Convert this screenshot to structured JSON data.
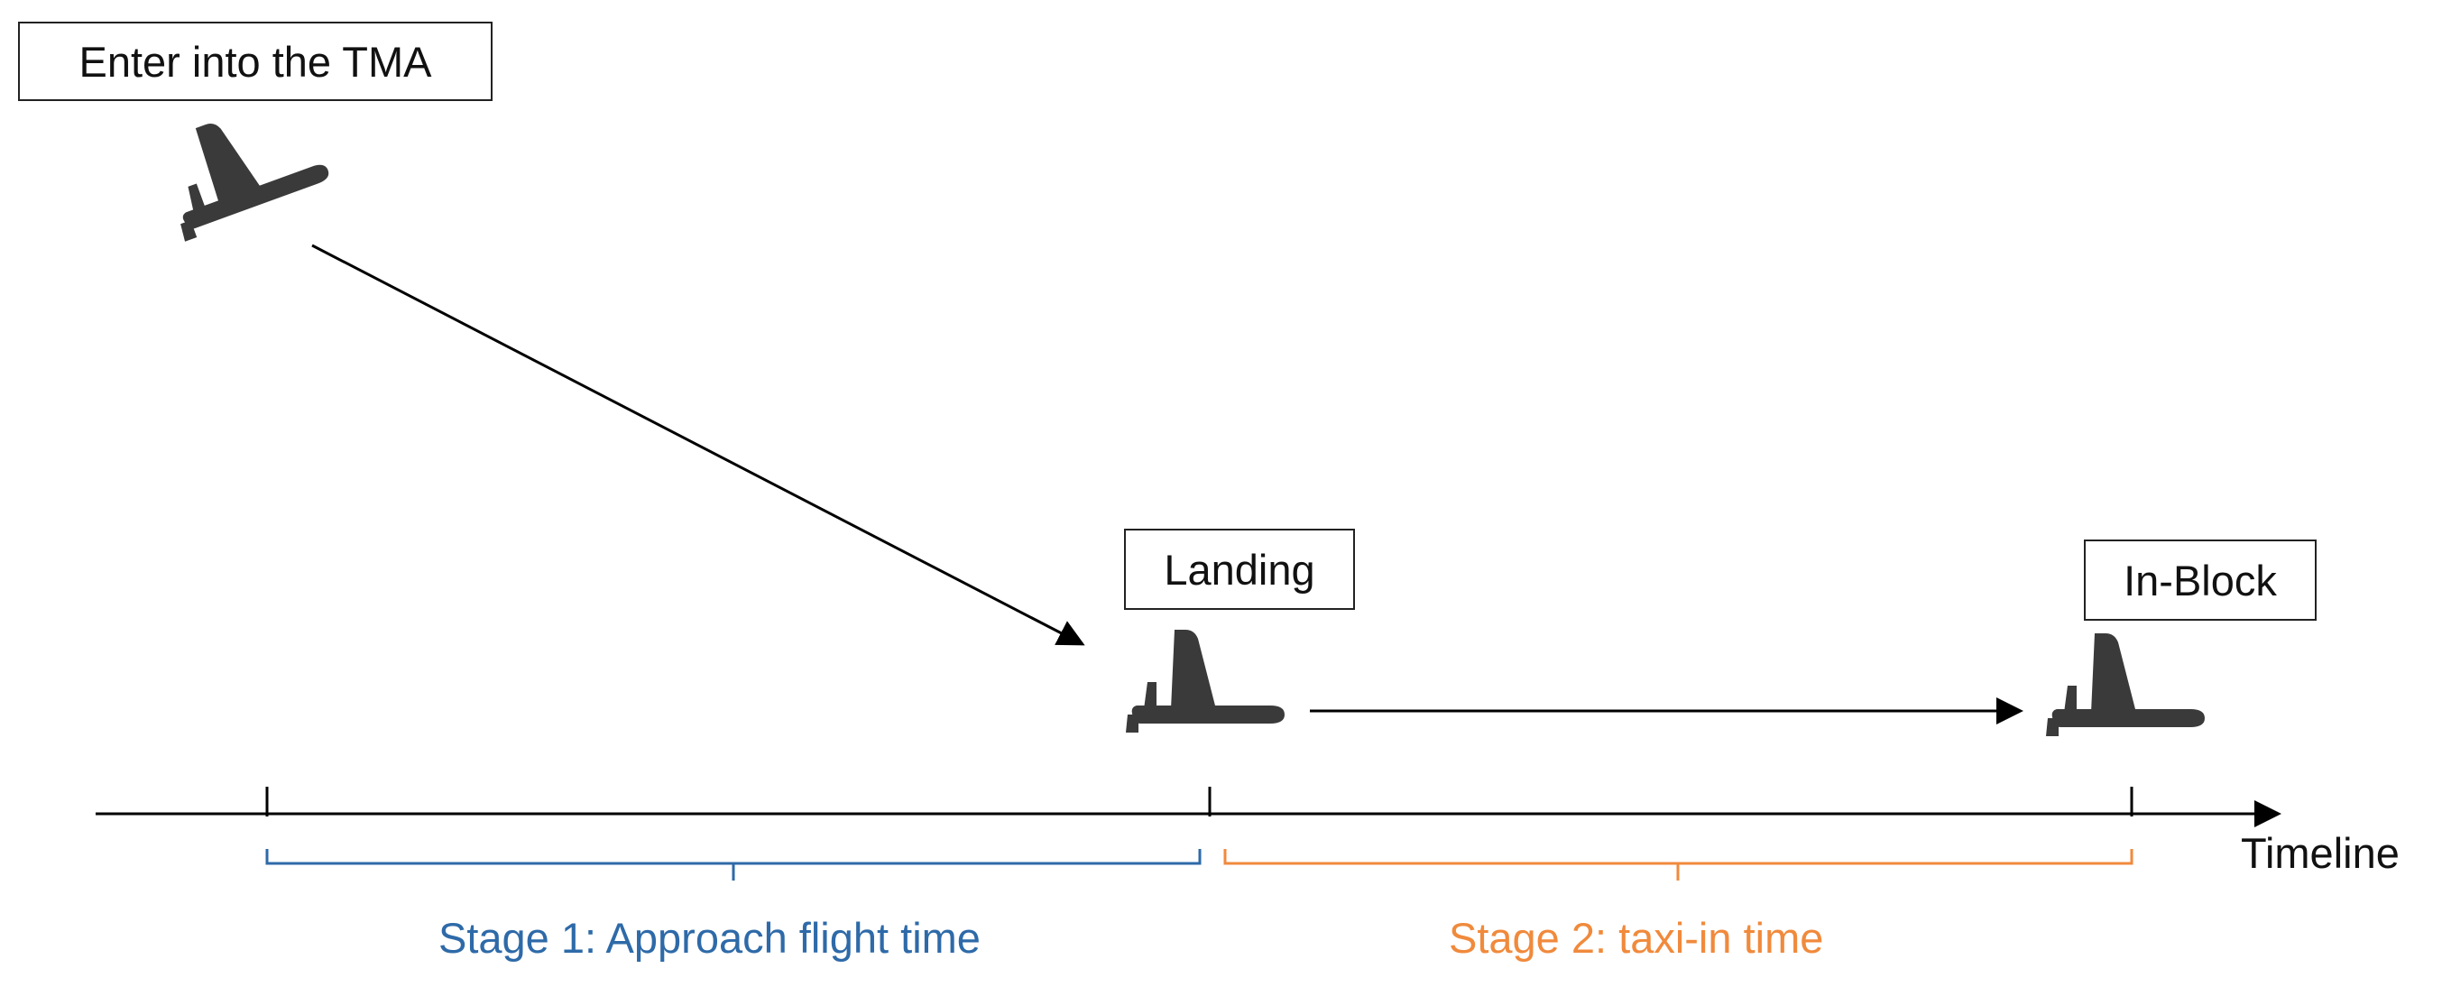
{
  "labels": {
    "enter_tma": "Enter into the TMA",
    "landing": "Landing",
    "in_block": "In-Block",
    "timeline": "Timeline"
  },
  "stages": [
    {
      "label": "Stage 1: Approach flight time",
      "color": "#2e6aa8"
    },
    {
      "label": "Stage 2: taxi-in time",
      "color": "#f08a3c"
    }
  ],
  "icons": [
    "airplane-takeoff-icon",
    "airplane-landed-icon",
    "airplane-parked-icon"
  ],
  "colors": {
    "line": "#000000",
    "plane": "#3a3a3a",
    "box_border": "#222222"
  }
}
